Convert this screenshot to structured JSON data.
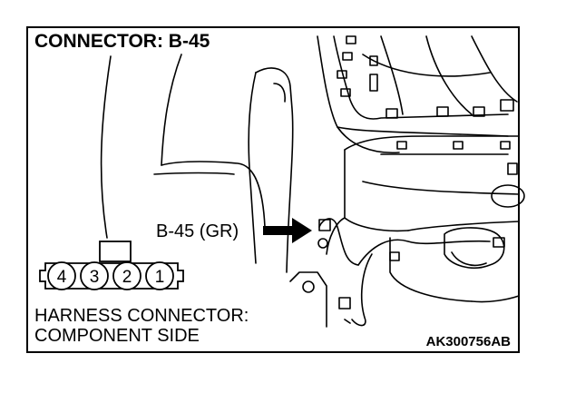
{
  "diagram": {
    "title": "CONNECTOR: B-45",
    "callout": "B-45 (GR)",
    "harness_line1": "HARNESS CONNECTOR:",
    "harness_line2": "COMPONENT SIDE",
    "figure_code": "AK300756AB",
    "connector_pins": [
      "4",
      "3",
      "2",
      "1"
    ]
  }
}
